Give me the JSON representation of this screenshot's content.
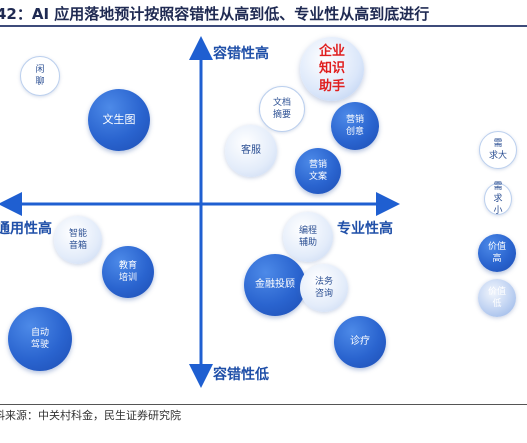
{
  "title": "42：AI 应用落地预计按照容错性从高到低、专业性从高到底进行",
  "source": "料来源：中关村科金，民生证券研究院",
  "axes": {
    "top": "容错性高",
    "bottom": "容错性低",
    "left": "通用性高",
    "right": "专业性高"
  },
  "bubbles": {
    "chat": [
      "闲",
      "聊"
    ],
    "wenshengtu": [
      "文生图"
    ],
    "enterprise": [
      "企业",
      "知识",
      "助手"
    ],
    "docsummary": [
      "文档",
      "摘要"
    ],
    "marketing_creative": [
      "营销",
      "创意"
    ],
    "customer_service": [
      "客服"
    ],
    "marketing_copy": [
      "营销",
      "文案"
    ],
    "smart_speaker": [
      "智能",
      "音箱"
    ],
    "education": [
      "教育",
      "培训"
    ],
    "coding": [
      "编程",
      "辅助"
    ],
    "finance": [
      "金融投顾"
    ],
    "legal": [
      "法务",
      "咨询"
    ],
    "autodrive": [
      "自动",
      "驾驶"
    ],
    "diagnosis": [
      "诊疗"
    ]
  },
  "legend": {
    "demand_high": [
      "需",
      "求大"
    ],
    "demand_low": [
      "需",
      "求",
      "小"
    ],
    "value_high": [
      "价值",
      "高"
    ],
    "value_low": [
      "价值",
      "低"
    ]
  }
}
